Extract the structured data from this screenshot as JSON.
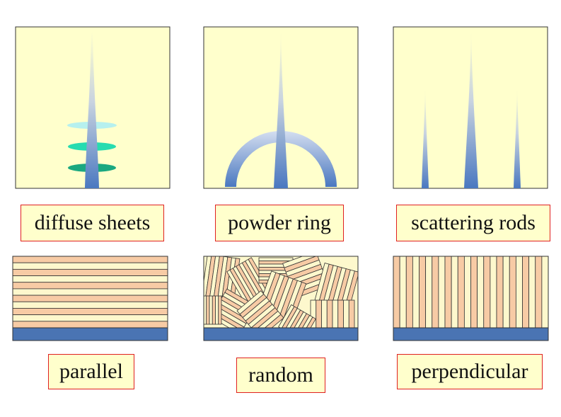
{
  "colors": {
    "panel_fill": "#ffffcc",
    "panel_stroke": "#333333",
    "rod_top": "#ffffcc",
    "rod_bottom": "#4a78c0",
    "sheet_light": "#b6f0ee",
    "sheet_mid": "#27dcb0",
    "sheet_dark": "#1aa880",
    "stripe_orange": "#f7cba5",
    "stripe_cream": "#fdf8cd",
    "substrate": "#4a74b3",
    "caption_border": "#e02020",
    "caption_bg": "#ffffcc"
  },
  "panels": [
    {
      "id": "diffuse-sheets",
      "label": "diffuse sheets"
    },
    {
      "id": "powder-ring",
      "label": "powder ring"
    },
    {
      "id": "scattering-rods",
      "label": "scattering rods"
    }
  ],
  "samples": [
    {
      "id": "parallel",
      "label": "parallel"
    },
    {
      "id": "random",
      "label": "random"
    },
    {
      "id": "perpendicular",
      "label": "perpendicular"
    }
  ]
}
